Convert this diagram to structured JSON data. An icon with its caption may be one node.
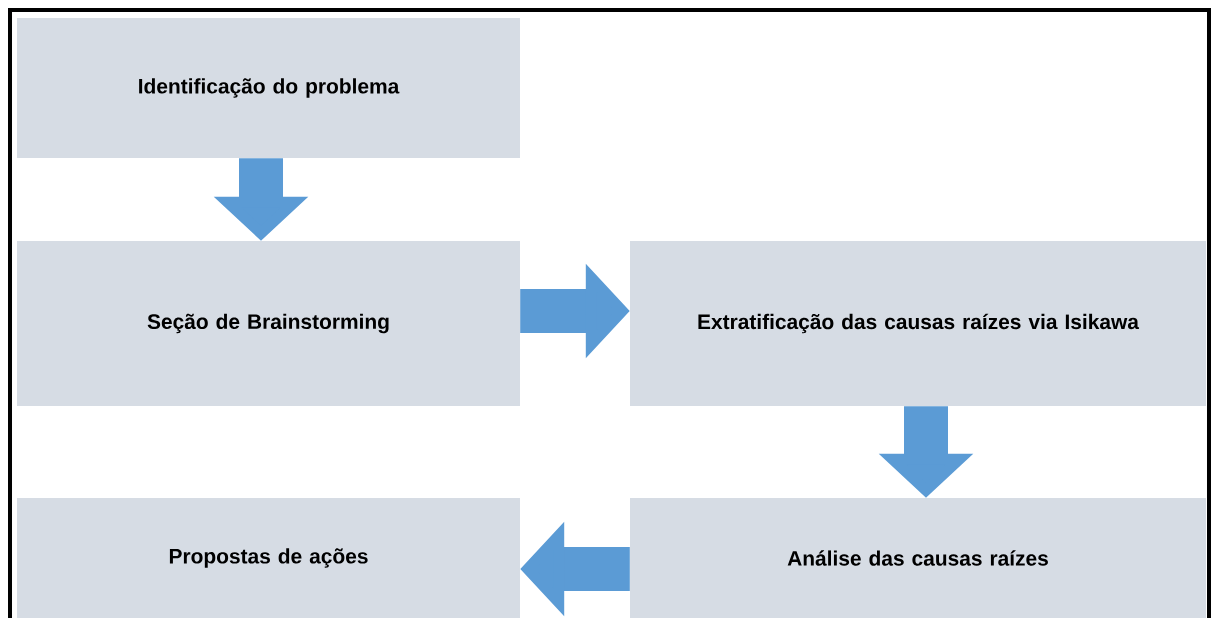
{
  "diagram": {
    "nodes": [
      {
        "text": [
          "Identificação do problema"
        ]
      },
      {
        "text": [
          "Seção de Brainstorming"
        ]
      },
      {
        "text": [
          "Extratificação das causas raízes via Isikawa"
        ]
      },
      {
        "text": [
          "Análise das causas raízes"
        ]
      },
      {
        "text": [
          "Propostas de ações"
        ]
      }
    ],
    "edges": [
      {
        "from": 0,
        "to": 1,
        "arrow": "to"
      },
      {
        "from": 1,
        "to": 2,
        "arrow": "to"
      },
      {
        "from": 2,
        "to": 3,
        "arrow": "to"
      },
      {
        "from": 3,
        "to": 4,
        "arrow": "to"
      }
    ]
  }
}
